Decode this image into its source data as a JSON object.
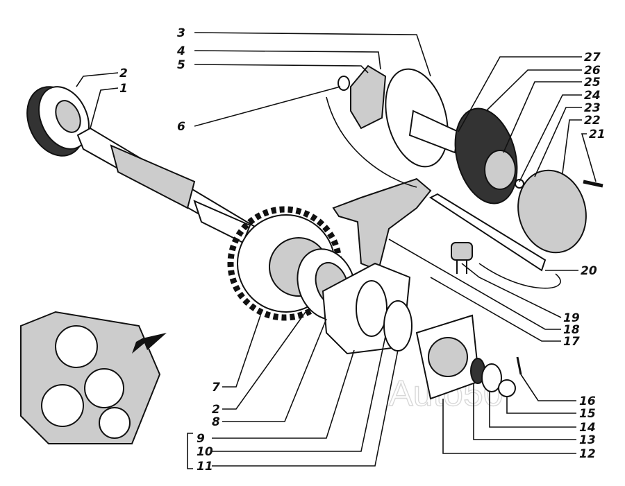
{
  "title": "Exploded view of shaft, gear and flange assembly",
  "watermark": "Auto50",
  "callouts": {
    "c1": "1",
    "c2a": "2",
    "c2b": "2",
    "c3": "3",
    "c4": "4",
    "c5": "5",
    "c6": "6",
    "c7": "7",
    "c8": "8",
    "c9": "9",
    "c10": "10",
    "c11": "11",
    "c12": "12",
    "c13": "13",
    "c14": "14",
    "c15": "15",
    "c16": "16",
    "c17": "17",
    "c18": "18",
    "c19": "19",
    "c20": "20",
    "c21": "21",
    "c22": "22",
    "c23": "23",
    "c24": "24",
    "c25": "25",
    "c26": "26",
    "c27": "27"
  }
}
